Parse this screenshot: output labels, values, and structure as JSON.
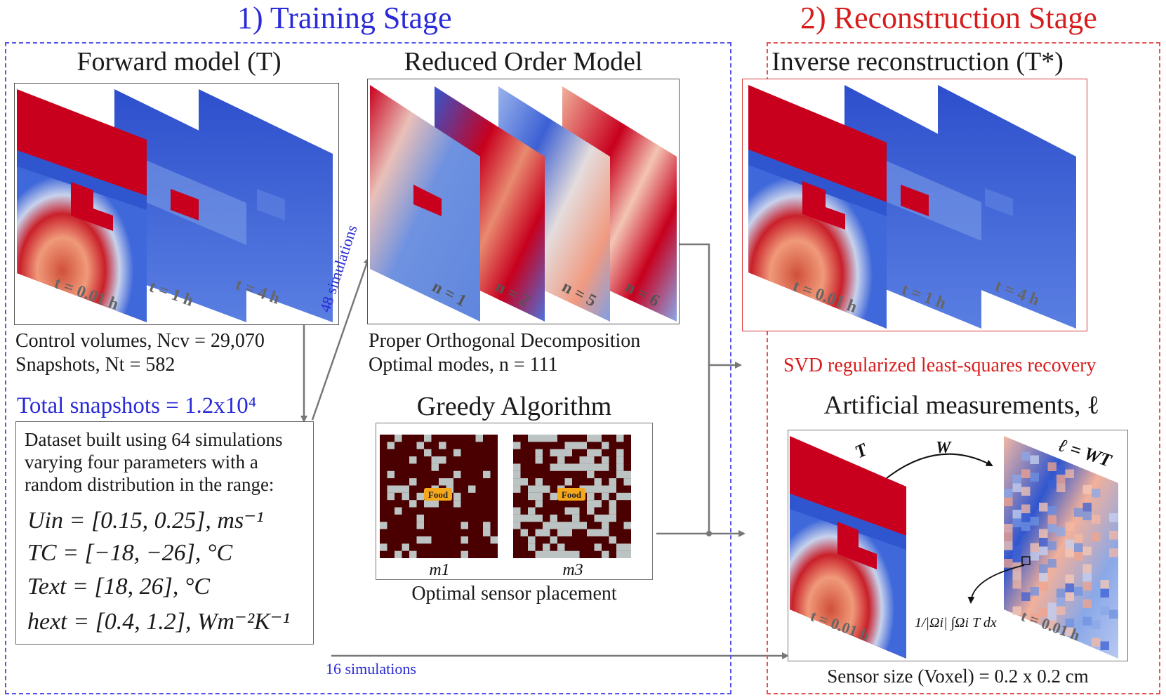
{
  "stages": {
    "training": "1) Training Stage",
    "reconstruction": "2) Reconstruction Stage"
  },
  "forward": {
    "title": "Forward model (T)",
    "labels": [
      "t = 0.01 h",
      "t = 1 h",
      "t = 4 h"
    ],
    "control_volumes": "Control volumes,  Ncv = 29,070",
    "snapshots": "Snapshots,  Nt = 582"
  },
  "total_snapshots": "Total snapshots = 1.2x10⁴",
  "dataset": {
    "line1": "Dataset built using 64 simulations",
    "line2": "varying four parameters with a",
    "line3": "random distribution in the range:",
    "p1": "Uin = [0.15, 0.25],  ms⁻¹",
    "p2": "TC = [−18, −26],  °C",
    "p3": "Text = [18, 26],  °C",
    "p4": "hext = [0.4, 1.2],  Wm⁻²K⁻¹"
  },
  "arrows": {
    "sims48": "48 simulations",
    "sims16": "16 simulations"
  },
  "rom": {
    "title": "Reduced Order Model",
    "labels": [
      "n = 1",
      "n = 2",
      "n = 5",
      "n = 6"
    ],
    "pod": "Proper Orthogonal Decomposition",
    "modes": "Optimal modes, n = 111"
  },
  "greedy": {
    "title": "Greedy Algorithm",
    "food": "Food",
    "m1": "m1",
    "m3": "m3",
    "caption": "Optimal sensor placement"
  },
  "inverse": {
    "title": "Inverse reconstruction (T*)",
    "labels": [
      "t = 0.01 h",
      "t = 1 h",
      "t = 4 h"
    ],
    "svd": "SVD regularized least-squares recovery"
  },
  "measurements": {
    "title": "Artificial measurements, ℓ",
    "T": "T",
    "W": "W",
    "lWT": "ℓ = WT",
    "t_left": "t = 0.01 h",
    "t_right": "t = 0.01 h",
    "integral": "1/|Ωi| ∫Ωi T dx",
    "sensor": "Sensor size (Voxel) = 0.2 x 0.2 cm"
  },
  "colors": {
    "training": "#2a2ad8",
    "reconstruction": "#d81c1c",
    "hot": "#c8001e",
    "cold": "#3a5fd4",
    "sensor_dark": "#4a0000",
    "sensor_light": "#bcc3c3",
    "food": "#f5a81c"
  }
}
